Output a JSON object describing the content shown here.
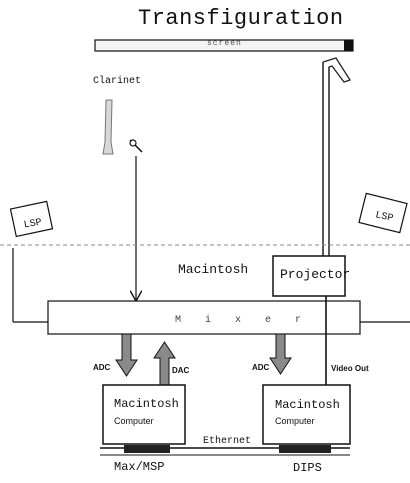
{
  "title": "Transfiguration",
  "screen": {
    "label": "screen"
  },
  "instrument": {
    "label": "Clarinet"
  },
  "speakers": {
    "left": "LSP",
    "right": "LSP"
  },
  "macintosh_label": "Macintosh",
  "projector": {
    "label": "Projector"
  },
  "mixer": {
    "label": "M i x e r"
  },
  "signals": {
    "adc_left": "ADC",
    "dac": "DAC",
    "adc_right": "ADC",
    "video_out": "Video Out"
  },
  "computers": [
    {
      "name": "Macintosh",
      "type": "Computer",
      "software": "Max/MSP"
    },
    {
      "name": "Macintosh",
      "type": "Computer",
      "software": "DIPS"
    }
  ],
  "network": {
    "label": "Ethernet"
  },
  "colors": {
    "ink": "#111111",
    "arrow_fill": "#8a8a8a",
    "screen_bar": "#f4f4f4"
  }
}
